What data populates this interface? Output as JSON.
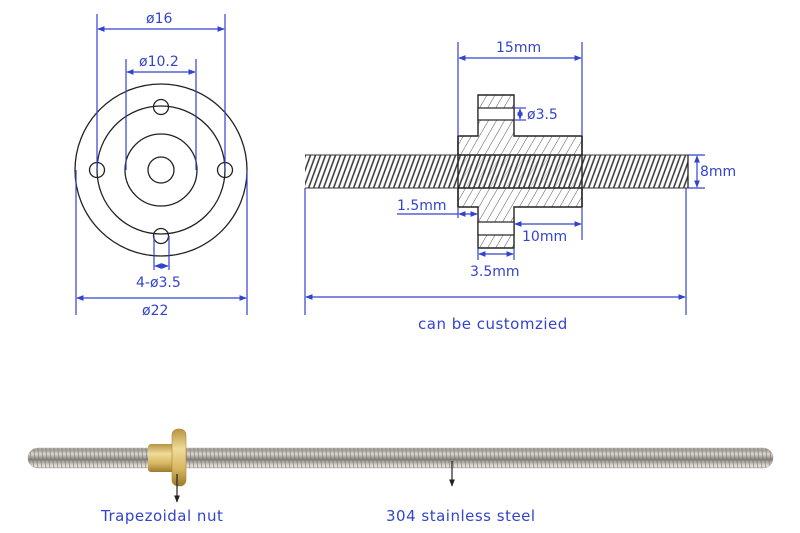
{
  "colors": {
    "dimension_blue": "#3344cc",
    "outline": "#222222",
    "brass": "#d8b866",
    "steel": "#b8b3ad"
  },
  "front_view": {
    "outer_diameter": "ø22",
    "bolt_circle_diameter": "ø16",
    "hub_diameter": "ø10.2",
    "mount_holes": "4-ø3.5"
  },
  "side_view": {
    "nut_length": "15mm",
    "hole_diameter": "ø3.5",
    "rod_diameter": "8mm",
    "flange_offset": "1.5mm",
    "body_length": "10mm",
    "flange_thickness": "3.5mm",
    "rod_length_note": "can be customzied"
  },
  "photo": {
    "nut_label": "Trapezoidal nut",
    "rod_label": "304 stainless steel"
  }
}
